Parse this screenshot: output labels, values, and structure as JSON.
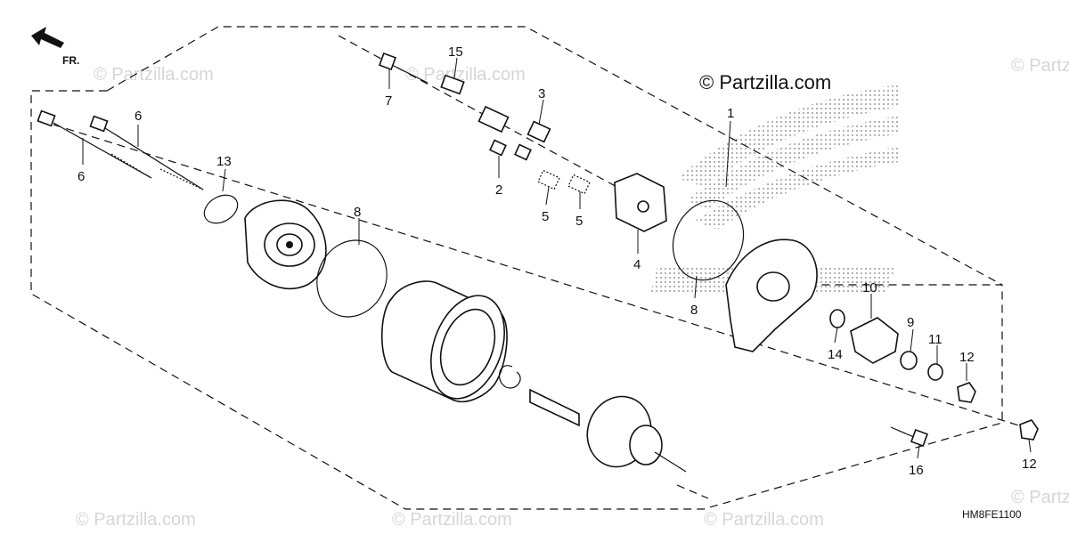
{
  "copyright": "© Partzilla.com",
  "watermark": "© Partzilla.com",
  "front_marker": "FR.",
  "diagram_code": "HM8FE1100",
  "callouts": {
    "c1": "1",
    "c2": "2",
    "c3": "3",
    "c4": "4",
    "c5a": "5",
    "c5b": "5",
    "c6a": "6",
    "c6b": "6",
    "c7": "7",
    "c8a": "8",
    "c8b": "8",
    "c9": "9",
    "c10": "10",
    "c11": "11",
    "c12a": "12",
    "c12b": "12",
    "c13": "13",
    "c14": "14",
    "c15": "15",
    "c16": "16"
  }
}
